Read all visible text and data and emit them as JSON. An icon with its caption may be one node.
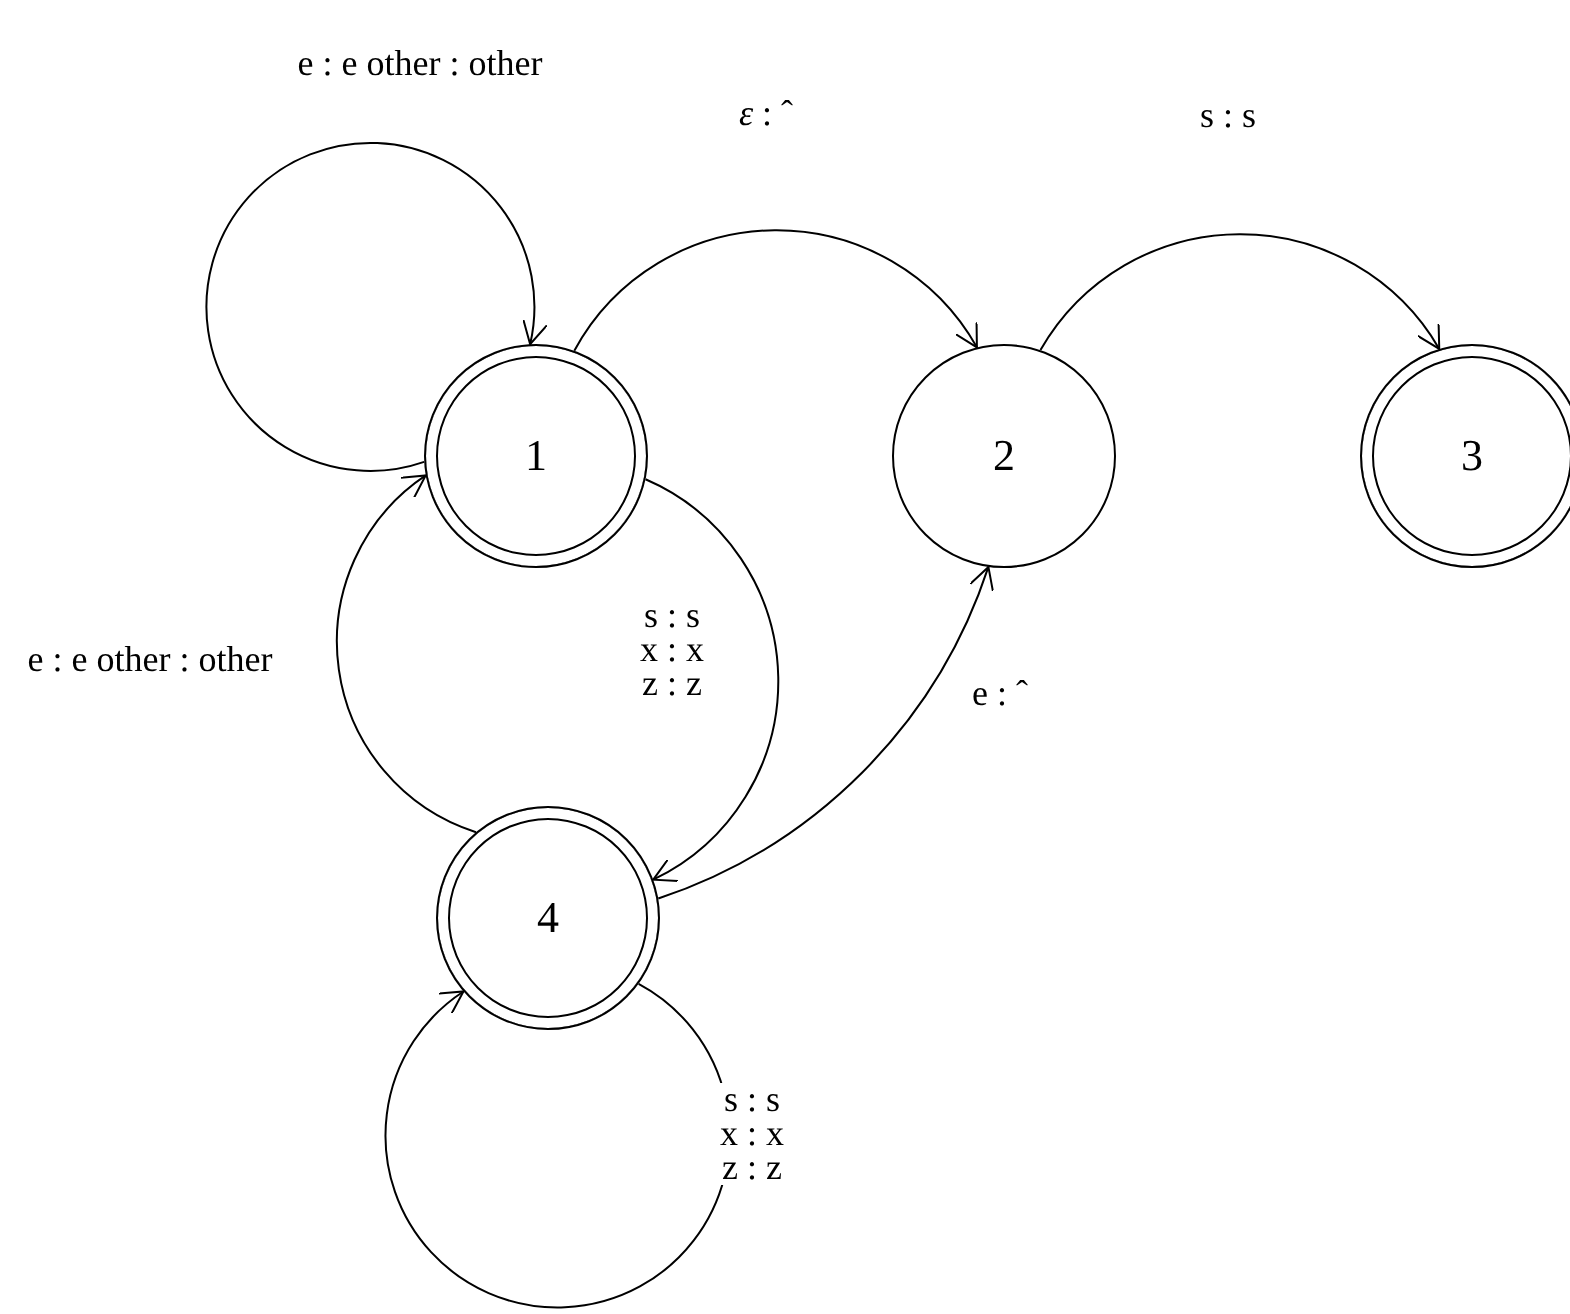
{
  "diagram": {
    "nodes": [
      {
        "text": [
          "1"
        ]
      },
      {
        "text": [
          "2"
        ]
      },
      {
        "text": [
          "3"
        ]
      },
      {
        "text": [
          "4"
        ]
      }
    ],
    "edges": [
      {
        "from": 0,
        "to": 0,
        "arrow": "to",
        "label": "e : e other : other"
      },
      {
        "from": 0,
        "to": 1,
        "arrow": "to",
        "label": "*ε* : ˆ"
      },
      {
        "from": 1,
        "to": 2,
        "arrow": "to",
        "label": "s : s"
      },
      {
        "from": 0,
        "to": 3,
        "arrow": "to",
        "label": "s : s x : x z : z"
      },
      {
        "from": 3,
        "to": 0,
        "arrow": "to",
        "label": "e : e other : other"
      },
      {
        "from": 3,
        "to": 1,
        "arrow": "to",
        "label": "e : ˆ"
      },
      {
        "from": 3,
        "to": 3,
        "arrow": "to",
        "label": "s : s x : x z : z"
      }
    ]
  }
}
